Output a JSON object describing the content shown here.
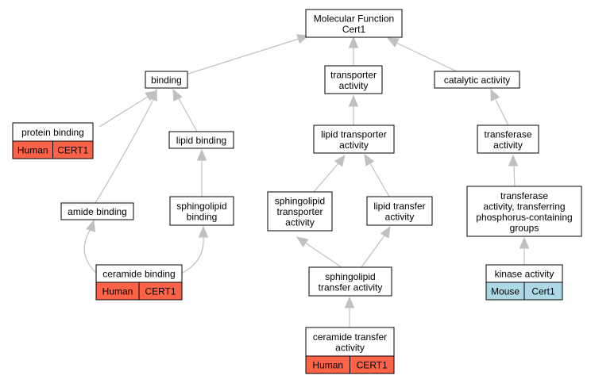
{
  "graph": {
    "colors": {
      "human": "#ff6347",
      "mouse": "#add8e6",
      "edge": "#c0c0c0"
    },
    "nodes": [
      {
        "id": "molecular-function",
        "lines": [
          "Molecular Function",
          "Cert1"
        ]
      },
      {
        "id": "binding",
        "lines": [
          "binding"
        ]
      },
      {
        "id": "transporter-activity",
        "lines": [
          "transporter",
          "activity"
        ]
      },
      {
        "id": "catalytic-activity",
        "lines": [
          "catalytic activity"
        ]
      },
      {
        "id": "protein-binding",
        "lines": [
          "protein binding"
        ],
        "tags": [
          {
            "text": "Human",
            "color": "#ff6347"
          },
          {
            "text": "CERT1",
            "color": "#ff6347"
          }
        ]
      },
      {
        "id": "lipid-binding",
        "lines": [
          "lipid binding"
        ]
      },
      {
        "id": "lipid-transporter-activity",
        "lines": [
          "lipid transporter",
          "activity"
        ]
      },
      {
        "id": "transferase-activity",
        "lines": [
          "transferase",
          "activity"
        ]
      },
      {
        "id": "amide-binding",
        "lines": [
          "amide binding"
        ]
      },
      {
        "id": "sphingolipid-binding",
        "lines": [
          "sphingolipid",
          "binding"
        ]
      },
      {
        "id": "sphingolipid-transporter-activity",
        "lines": [
          "sphingolipid",
          "transporter",
          "activity"
        ]
      },
      {
        "id": "lipid-transfer-activity",
        "lines": [
          "lipid transfer",
          "activity"
        ]
      },
      {
        "id": "transferase-phosphorus",
        "lines": [
          "transferase",
          "activity, transferring",
          "phosphorus-containing",
          "groups"
        ]
      },
      {
        "id": "ceramide-binding",
        "lines": [
          "ceramide binding"
        ],
        "tags": [
          {
            "text": "Human",
            "color": "#ff6347"
          },
          {
            "text": "CERT1",
            "color": "#ff6347"
          }
        ]
      },
      {
        "id": "sphingolipid-transfer-activity",
        "lines": [
          "sphingolipid",
          "transfer activity"
        ]
      },
      {
        "id": "kinase-activity",
        "lines": [
          "kinase activity"
        ],
        "tags": [
          {
            "text": "Mouse",
            "color": "#add8e6"
          },
          {
            "text": "Cert1",
            "color": "#add8e6"
          }
        ]
      },
      {
        "id": "ceramide-transfer-activity",
        "lines": [
          "ceramide transfer",
          "activity"
        ],
        "tags": [
          {
            "text": "Human",
            "color": "#ff6347"
          },
          {
            "text": "CERT1",
            "color": "#ff6347"
          }
        ]
      }
    ]
  }
}
